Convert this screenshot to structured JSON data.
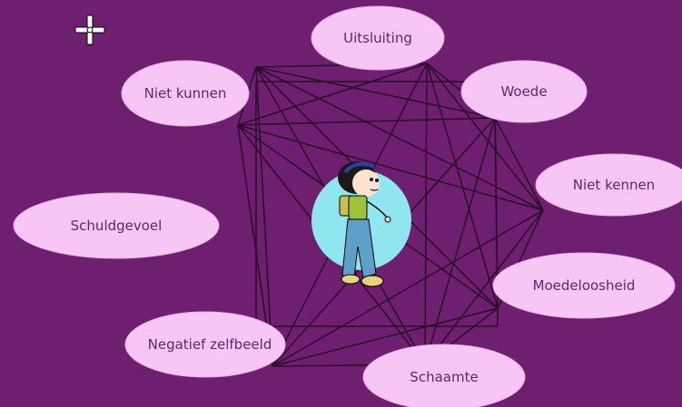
{
  "diagram": {
    "nodes": [
      {
        "id": "uitsluiting",
        "label": "Uitsluiting"
      },
      {
        "id": "woede",
        "label": "Woede"
      },
      {
        "id": "niet-kennen",
        "label": "Niet kennen"
      },
      {
        "id": "moedeloosheid",
        "label": "Moedeloosheid"
      },
      {
        "id": "schaamte",
        "label": "Schaamte"
      },
      {
        "id": "negatief-zelfbeeld",
        "label": "Negatief zelfbeeld"
      },
      {
        "id": "schuldgevoel",
        "label": "Schuldgevoel"
      },
      {
        "id": "niet-kunnen",
        "label": "Niet kunnen"
      }
    ],
    "center_icon": "girl-figure-icon",
    "cursor_icon": "move-cursor-icon"
  },
  "colors": {
    "background": "#6f1f6f",
    "node_fill": "#f8c6f4",
    "node_text": "#5b2a6a",
    "lines": "#2b0f2b",
    "center_circle": "#8fe6ef"
  }
}
